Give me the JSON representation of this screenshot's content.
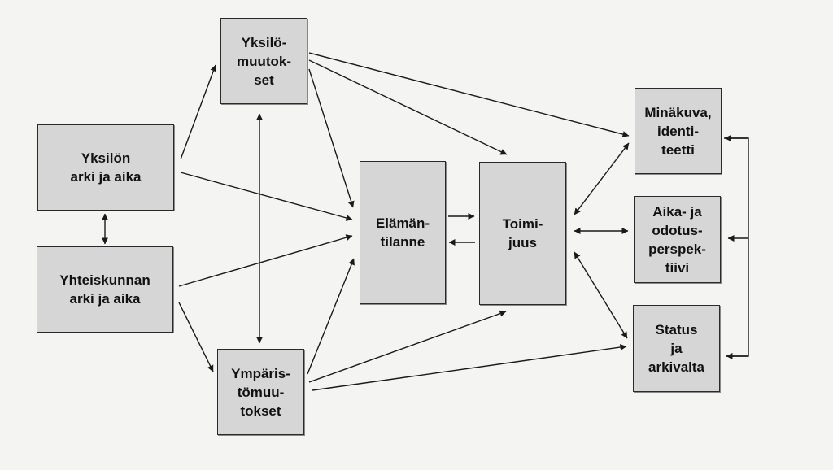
{
  "colors": {
    "box_fill": "#d6d6d6",
    "box_border": "#2a2a2a",
    "arrow": "#1a1a1a",
    "background": "#f4f4f2"
  },
  "nodes": {
    "yksilon_arki": {
      "label": "Yksilön\narki ja aika"
    },
    "yhteiskunnan_arki": {
      "label": "Yhteiskunnan\narki ja aika"
    },
    "yksilomuutokset": {
      "label": "Yksilö-\nmuutok-\nset"
    },
    "ymparistomuutokset": {
      "label": "Ympäris-\ntömuu-\ntokset"
    },
    "elamantilanne": {
      "label": "Elämän-\ntilanne"
    },
    "toimijuus": {
      "label": "Toimi-\njuus"
    },
    "minakuva": {
      "label": "Minäkuva,\nidenti-\nteetti"
    },
    "aika_odotus": {
      "label": "Aika- ja\nodotus-\nperspek-\ntiivi"
    },
    "status": {
      "label": "Status\nja\narkivalta"
    }
  },
  "edges": [
    {
      "from": "yksilon_arki",
      "to": "yksilomuutokset",
      "direction": "forward"
    },
    {
      "from": "yksilon_arki",
      "to": "elamantilanne",
      "direction": "forward"
    },
    {
      "from": "yksilon_arki",
      "to": "yhteiskunnan_arki",
      "direction": "both"
    },
    {
      "from": "yhteiskunnan_arki",
      "to": "elamantilanne",
      "direction": "forward"
    },
    {
      "from": "yhteiskunnan_arki",
      "to": "ymparistomuutokset",
      "direction": "forward"
    },
    {
      "from": "yksilomuutokset",
      "to": "ymparistomuutokset",
      "direction": "both"
    },
    {
      "from": "yksilomuutokset",
      "to": "elamantilanne",
      "direction": "forward"
    },
    {
      "from": "yksilomuutokset",
      "to": "toimijuus",
      "direction": "forward"
    },
    {
      "from": "yksilomuutokset",
      "to": "minakuva",
      "direction": "forward"
    },
    {
      "from": "ymparistomuutokset",
      "to": "elamantilanne",
      "direction": "forward"
    },
    {
      "from": "ymparistomuutokset",
      "to": "toimijuus",
      "direction": "forward"
    },
    {
      "from": "ymparistomuutokset",
      "to": "status",
      "direction": "forward"
    },
    {
      "from": "elamantilanne",
      "to": "toimijuus",
      "direction": "forward"
    },
    {
      "from": "toimijuus",
      "to": "elamantilanne",
      "direction": "forward"
    },
    {
      "from": "toimijuus",
      "to": "minakuva",
      "direction": "both"
    },
    {
      "from": "toimijuus",
      "to": "aika_odotus",
      "direction": "both"
    },
    {
      "from": "toimijuus",
      "to": "status",
      "direction": "both"
    },
    {
      "from": "right_bracket",
      "to": "minakuva",
      "direction": "forward"
    },
    {
      "from": "right_bracket",
      "to": "aika_odotus",
      "direction": "forward"
    },
    {
      "from": "right_bracket",
      "to": "status",
      "direction": "forward"
    }
  ]
}
